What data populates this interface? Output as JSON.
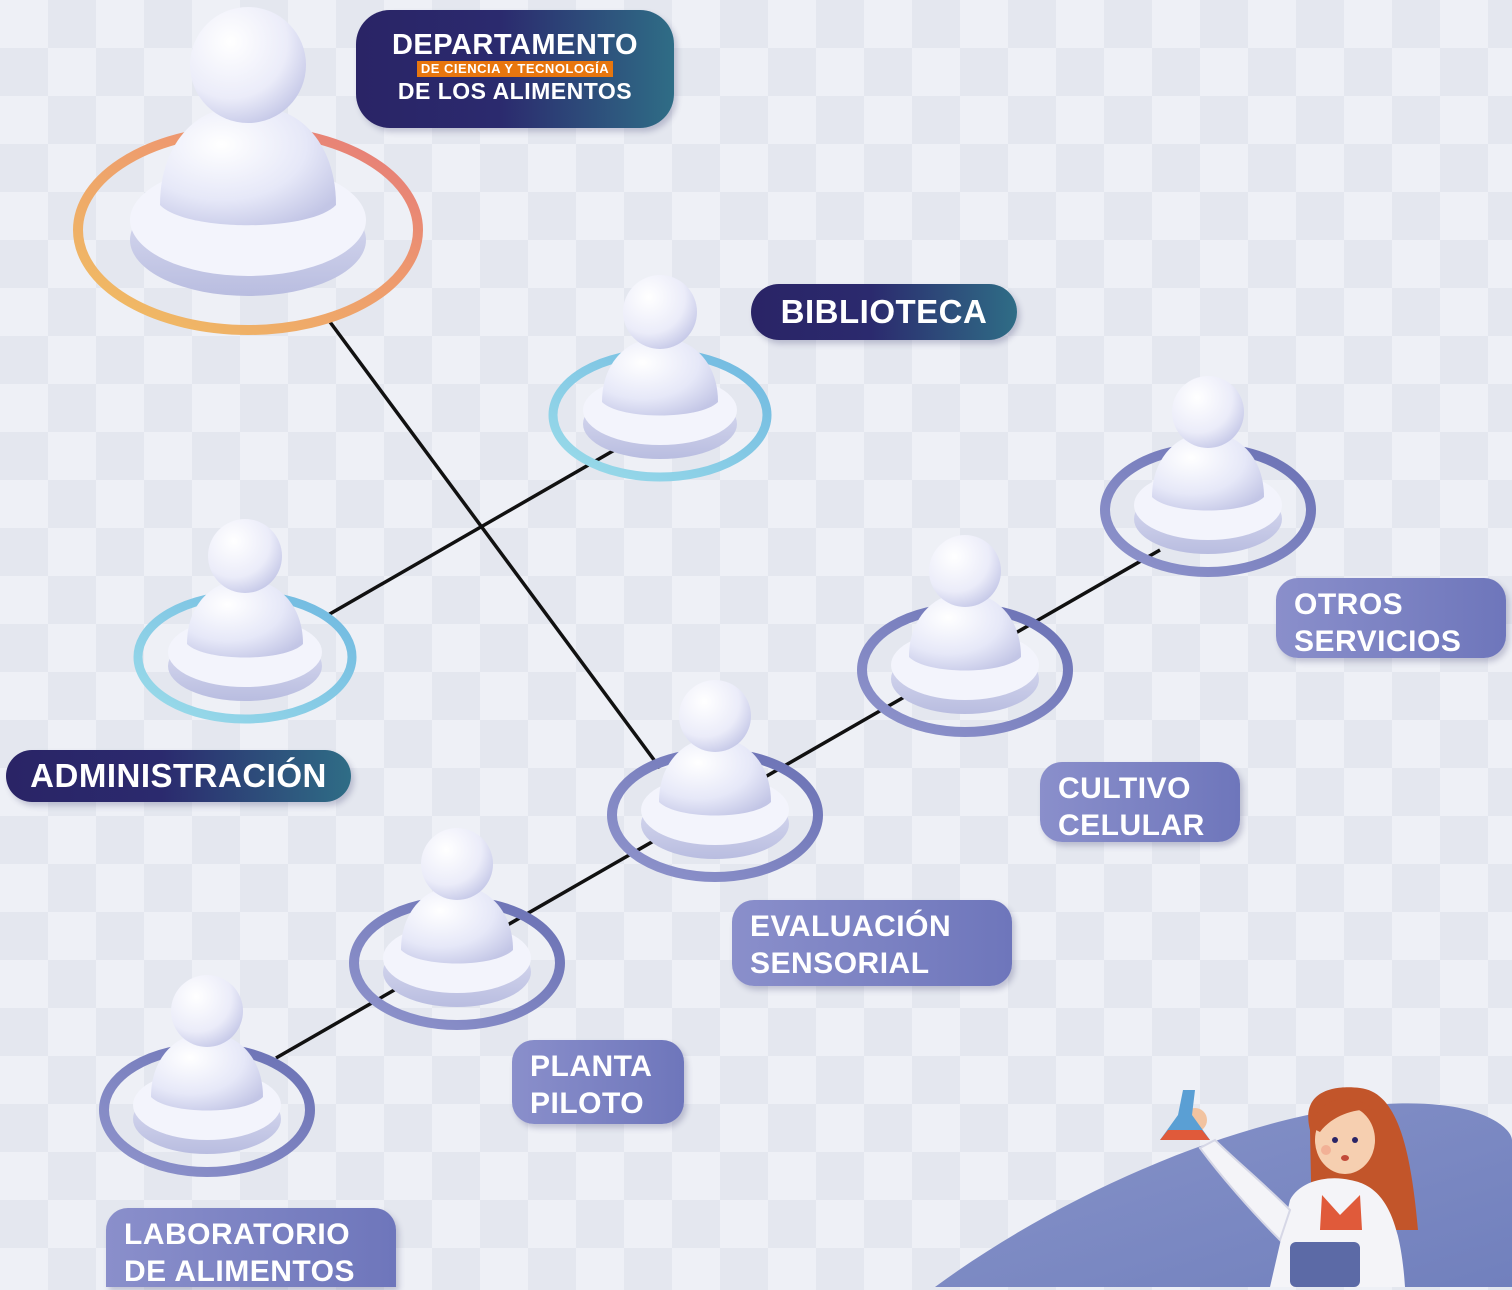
{
  "header": {
    "line1": "DEPARTAMENTO",
    "line2": "DE CIENCIA Y TECNOLOGÍA",
    "line3": "DE LOS ALIMENTOS"
  },
  "nodes": {
    "biblioteca": "BIBLIOTECA",
    "administracion": "ADMINISTRACIÓN",
    "otros_servicios": [
      "OTROS",
      "SERVICIOS"
    ],
    "cultivo_celular": [
      "CULTIVO",
      "CELULAR"
    ],
    "evaluacion_sensorial": [
      "EVALUACIÓN",
      "SENSORIAL"
    ],
    "planta_piloto": [
      "PLANTA",
      "PILOTO"
    ],
    "laboratorio_alimentos": [
      "LABORATORIO",
      "DE ALIMENTOS"
    ]
  },
  "colors": {
    "dark_label": "#2a2466",
    "light_label": "#767dc0",
    "accent_orange": "#e8760e",
    "ring_warm": "#eea85c",
    "ring_blue": "#7ec8e3",
    "ring_purple": "#7177b8"
  }
}
